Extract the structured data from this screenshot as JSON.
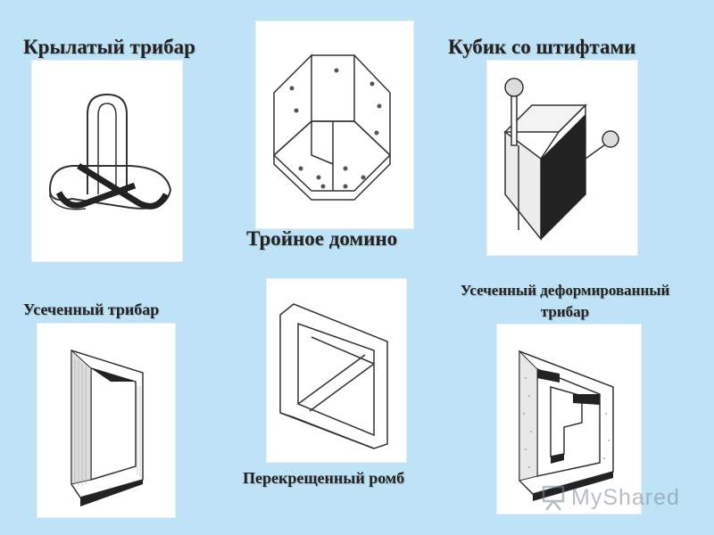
{
  "captions": {
    "winged_tribar": "Крылатый трибар",
    "cube_with_pins": "Кубик со штифтами",
    "triple_domino": "Тройное домино",
    "truncated_tribar": "Усеченный трибар",
    "truncated_deformed_tribar_line1": "Усеченный деформированный",
    "truncated_deformed_tribar_line2": "трибар",
    "crossed_rhombus": "Перекрещенный ромб"
  },
  "watermark": {
    "text": "MyShared",
    "icon": "presentation-board-icon"
  },
  "colors": {
    "background": "#bfe3f6",
    "card": "#ffffff",
    "ink": "#222222"
  }
}
